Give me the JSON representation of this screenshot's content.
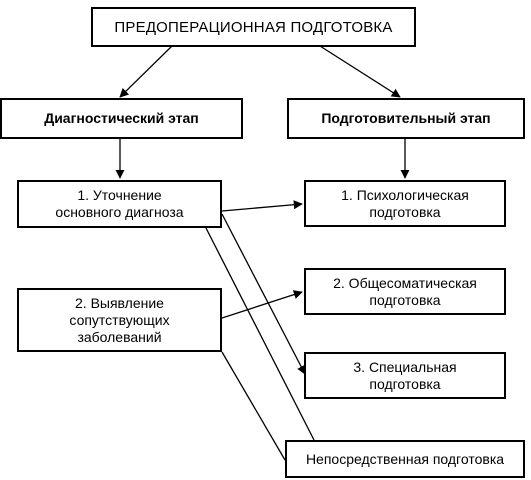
{
  "diagram": {
    "title": "ПРЕДОПЕРАЦИОННАЯ ПОДГОТОВКА",
    "stages": {
      "diagnostic": "Диагностический этап",
      "preparatory": "Подготовительный этап"
    },
    "diagnostic_steps": [
      "1. Уточнение\nосновного диагноза",
      "2. Выявление\nсопутствующих\nзаболеваний"
    ],
    "preparation_steps": [
      "1. Психологическая\nподготовка",
      "2. Общесоматическая\nподготовка",
      "3. Специальная\nподготовка",
      "Непосредственная подготовка"
    ]
  }
}
